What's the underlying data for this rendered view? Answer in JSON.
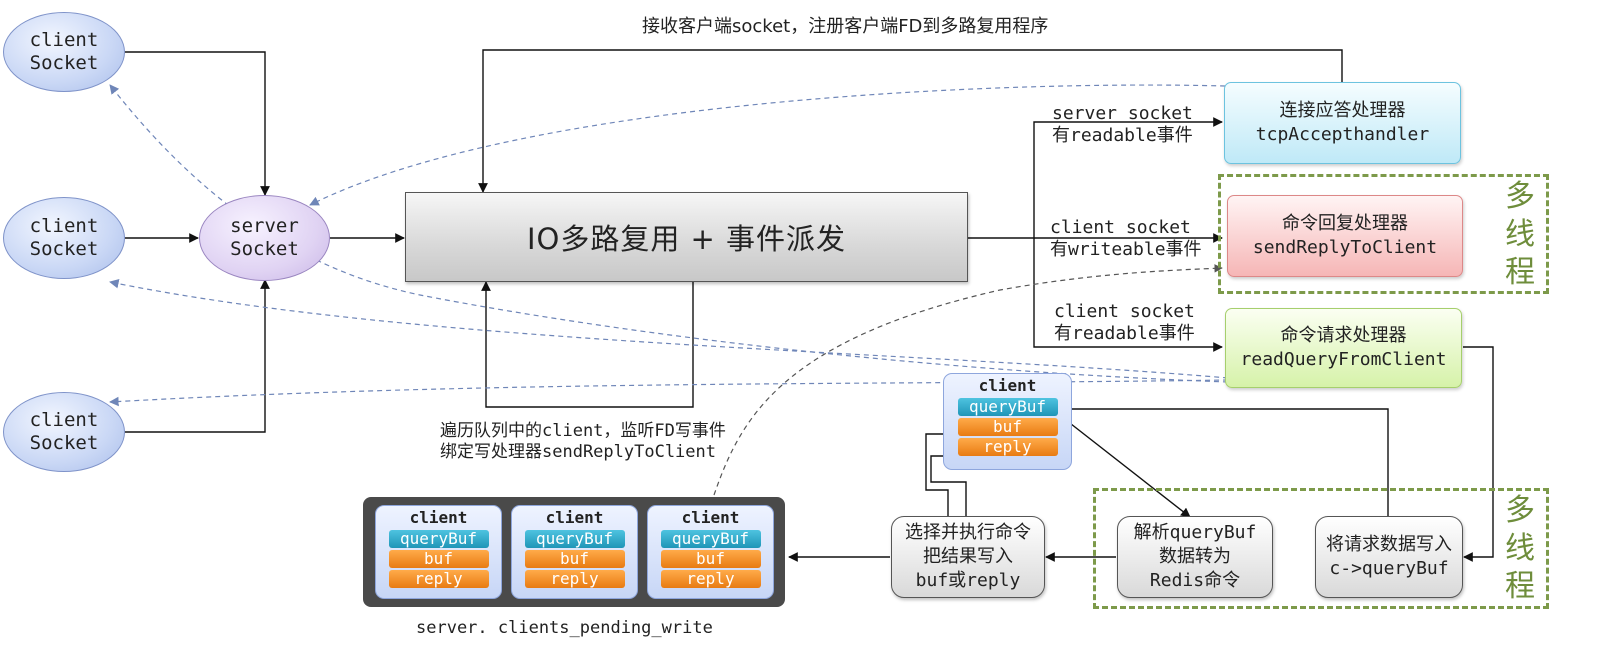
{
  "client_sockets": [
    {
      "label": "client\nSocket"
    },
    {
      "label": "client\nSocket"
    },
    {
      "label": "client\nSocket"
    }
  ],
  "server_socket": {
    "label": "server\nSocket"
  },
  "multiplexer": {
    "label": "IO多路复用 + 事件派发"
  },
  "handlers": {
    "accept": {
      "line1": "连接应答处理器",
      "line2": "tcpAccepthandler"
    },
    "reply": {
      "line1": "命令回复处理器",
      "line2": "sendReplyToClient"
    },
    "query": {
      "line1": "命令请求处理器",
      "line2": "readQueryFromClient"
    }
  },
  "events": {
    "server_readable": {
      "line1": "server socket",
      "line2": "有readable事件"
    },
    "client_writeable": {
      "line1": "client socket",
      "line2": "有writeable事件"
    },
    "client_readable": {
      "line1": "client socket",
      "line2": "有readable事件"
    }
  },
  "annotations": {
    "top_loop": "接收客户端socket，注册客户端FD到多路复用程序",
    "traverse_line1": "遍历队列中的client，监听FD写事件",
    "traverse_line2": "绑定写处理器sendReplyToClient",
    "pending_queue": "server. clients_pending_write"
  },
  "multithread_label": "多\n线\n程",
  "client_struct": {
    "title": "client",
    "fields": [
      "queryBuf",
      "buf",
      "reply"
    ]
  },
  "pending_clients": [
    {
      "title": "client",
      "fields": [
        "queryBuf",
        "buf",
        "reply"
      ]
    },
    {
      "title": "client",
      "fields": [
        "queryBuf",
        "buf",
        "reply"
      ]
    },
    {
      "title": "client",
      "fields": [
        "queryBuf",
        "buf",
        "reply"
      ]
    }
  ],
  "steps": {
    "execute": "选择并执行命令\n把结果写入\nbuf或reply",
    "parse": "解析queryBuf\n数据转为\nRedis命令",
    "write_query": "将请求数据写入\nc->queryBuf"
  },
  "colors": {
    "multithread_border": "#7d9a4a",
    "querybuf_pill": "#1f95b7",
    "buf_pill": "#e87b12",
    "dashed_arrow": "#6f86b8"
  }
}
